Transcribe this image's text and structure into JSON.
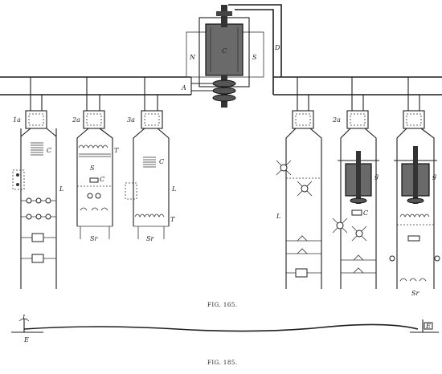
{
  "figure": {
    "caption_top": "FIG. 165.",
    "caption_bottom": "FIG. 185.",
    "labels": {
      "commutator": "C",
      "field_n": "N",
      "field_s": "S",
      "lead_d": "D",
      "brush_a": "A",
      "bottom_left_top": "L",
      "bottom_left_bot": "E",
      "bottom_right": "E"
    },
    "left_units": [
      {
        "switch_label": "1a",
        "coil_label": "C",
        "line_label": "L"
      },
      {
        "switch_label": "2a",
        "coil_label": "C",
        "transformer_label": "T",
        "secondary_label": "S",
        "sub_label": "Sr"
      },
      {
        "switch_label": "3a",
        "coil_label": "C",
        "line_label": "L",
        "transformer_label": "T",
        "sub_label": "Sr"
      }
    ],
    "right_units": [
      {
        "switch_label": "",
        "line_label": "L"
      },
      {
        "switch_label": "2a",
        "motor_label": "g",
        "coil_label": "C"
      },
      {
        "switch_label": "",
        "motor_label": "g",
        "sub_label": "Sr"
      }
    ]
  }
}
